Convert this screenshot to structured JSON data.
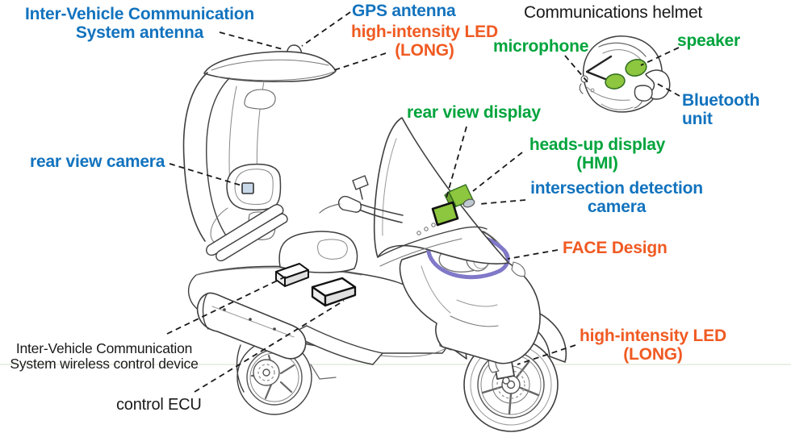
{
  "colors": {
    "accent_blue": "#1273BE",
    "accent_orange": "#F05A22",
    "accent_green": "#00A43C",
    "label_black": "#1A1A1A",
    "screen_green": "#8DC63F",
    "screen_green_border": "#2F6B1F",
    "face_purple": "#8078C8",
    "camera_blue_fill": "#C9D9EA",
    "line_dark": "#3F3F3F"
  },
  "labels": {
    "ivc_antenna": {
      "text": "Inter-Vehicle Communication\nSystem antenna",
      "color": "#1273BE"
    },
    "gps_antenna": {
      "text": "GPS antenna",
      "color": "#1273BE"
    },
    "led_top": {
      "text": "high-intensity LED\n(LONG)",
      "color": "#F05A22"
    },
    "helmet_title": {
      "text": "Communications helmet",
      "color": "#1A1A1A"
    },
    "microphone": {
      "text": "microphone",
      "color": "#00A43C"
    },
    "speaker": {
      "text": "speaker",
      "color": "#00A43C"
    },
    "bluetooth_unit": {
      "text": "Bluetooth unit",
      "color": "#1273BE"
    },
    "rear_view_display": {
      "text": "rear view display",
      "color": "#00A43C"
    },
    "heads_up_display": {
      "text": "heads-up display\n(HMI)",
      "color": "#00A43C"
    },
    "intersection_camera": {
      "text": "intersection detection\ncamera",
      "color": "#1273BE"
    },
    "face_design": {
      "text": "FACE Design",
      "color": "#F05A22"
    },
    "rear_view_camera": {
      "text": "rear view camera",
      "color": "#1273BE"
    },
    "ivc_control_device": {
      "text": "Inter-Vehicle Communication\nSystem wireless control device",
      "color": "#1A1A1A"
    },
    "control_ecu": {
      "text": "control ECU",
      "color": "#1A1A1A"
    },
    "led_front": {
      "text": "high-intensity LED\n(LONG)",
      "color": "#F05A22"
    }
  }
}
